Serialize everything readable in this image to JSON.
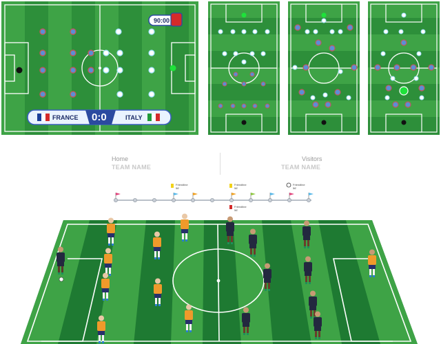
{
  "scoreboard": {
    "home_team": "FRANCE",
    "away_team": "ITALY",
    "score": "0:0",
    "clock": "90:00",
    "colors": {
      "france_blue": "#1b3f9a",
      "italy_green": "#1f9a3a",
      "red": "#d42a2a"
    }
  },
  "teams": {
    "home_label": "Home",
    "home_name": "TEAM NAME",
    "visitors_label": "Visitors",
    "visitors_name": "TEAM NAME"
  },
  "timeline": {
    "events": [
      {
        "label": "Friendline",
        "sub": "56'"
      },
      {
        "label": "Friendline",
        "sub": "56'"
      },
      {
        "label": "Friendline",
        "sub": "56'"
      },
      {
        "label": "Friendline",
        "sub": "56'"
      }
    ]
  },
  "colors": {
    "pitch_dark": "#1e7a32",
    "pitch_light": "#3ea346",
    "home_kit": "#ef9a2b",
    "away_kit": "#23283f",
    "marker_blue": "#5b8fd6",
    "marker_red": "#c0585e"
  }
}
